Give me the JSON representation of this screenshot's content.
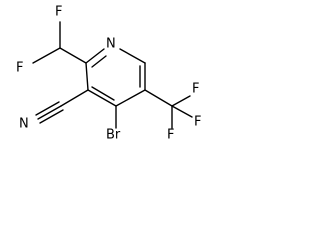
{
  "molecule": {
    "atoms": {
      "F_top": "F",
      "F_left": "F",
      "N_ring": "N",
      "N_nitrile": "N",
      "Br": "Br",
      "F_cf3_top": "F",
      "F_cf3_right": "F",
      "F_cf3_bottom": "F"
    }
  }
}
